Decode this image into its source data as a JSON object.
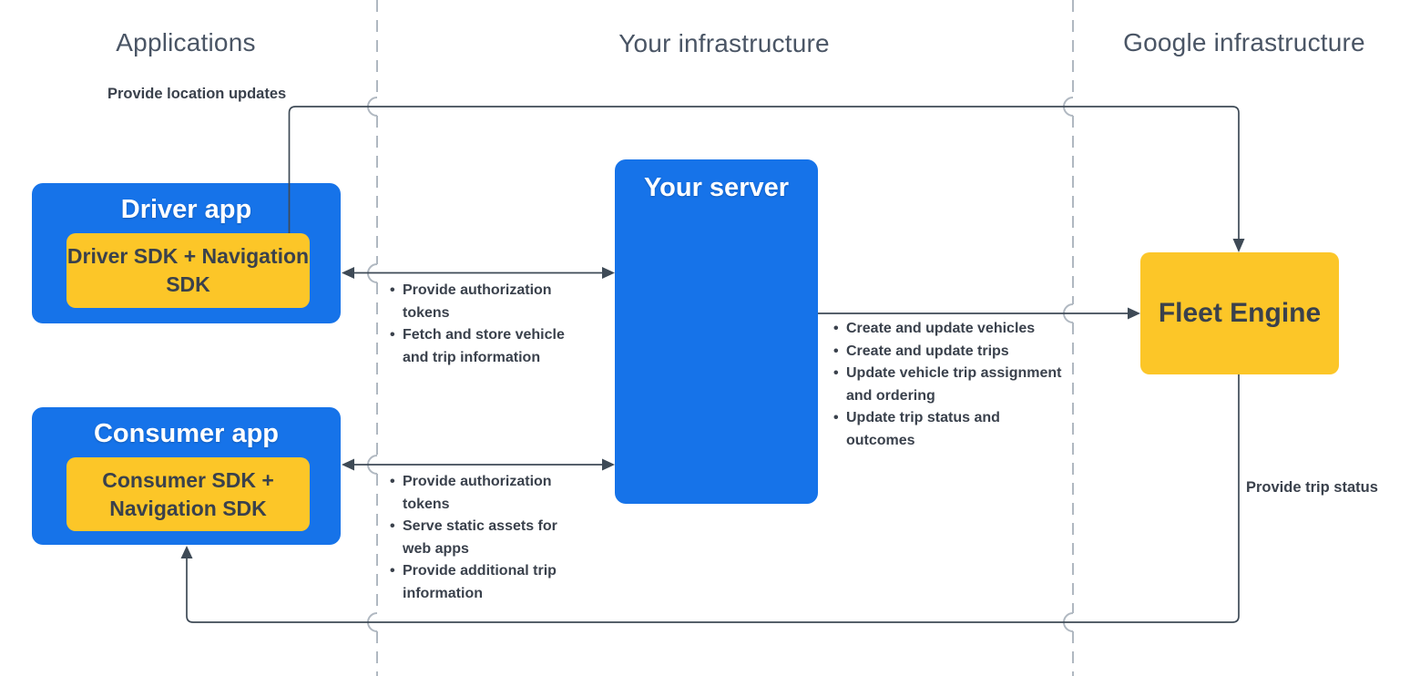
{
  "diagram": {
    "lanes": [
      {
        "label": "Applications"
      },
      {
        "label": "Your infrastructure"
      },
      {
        "label": "Google infrastructure"
      }
    ],
    "nodes": {
      "driver_app": {
        "title": "Driver app",
        "sdk_label": "Driver SDK + Navigation SDK"
      },
      "consumer_app": {
        "title": "Consumer app",
        "sdk_label": "Consumer SDK + Navigation SDK"
      },
      "your_server": {
        "title": "Your server"
      },
      "fleet_engine": {
        "title": "Fleet Engine"
      }
    },
    "edges": {
      "location_updates": {
        "label": "Provide location updates",
        "direction": "driver-app-to-fleet-engine"
      },
      "driver_server": {
        "direction": "bidirectional",
        "items": [
          "Provide authorization tokens",
          "Fetch and store vehicle and trip information"
        ]
      },
      "consumer_server": {
        "direction": "bidirectional",
        "items": [
          "Provide authorization tokens",
          "Serve static assets for web apps",
          "Provide additional trip information"
        ]
      },
      "server_fleet": {
        "direction": "server-to-fleet-engine",
        "items": [
          "Create and update vehicles",
          "Create and update trips",
          "Update vehicle trip assignment and ordering",
          "Update trip status and outcomes"
        ]
      },
      "trip_status": {
        "label": "Provide trip status",
        "direction": "fleet-engine-to-consumer-app"
      }
    }
  },
  "colors": {
    "blue": "#1673e9",
    "yellow": "#fcc628",
    "line_dark": "#3e4a56",
    "ink_dark": "#3a414c",
    "header_gray": "#4a5565",
    "dash_gray": "#b0b8c1"
  }
}
